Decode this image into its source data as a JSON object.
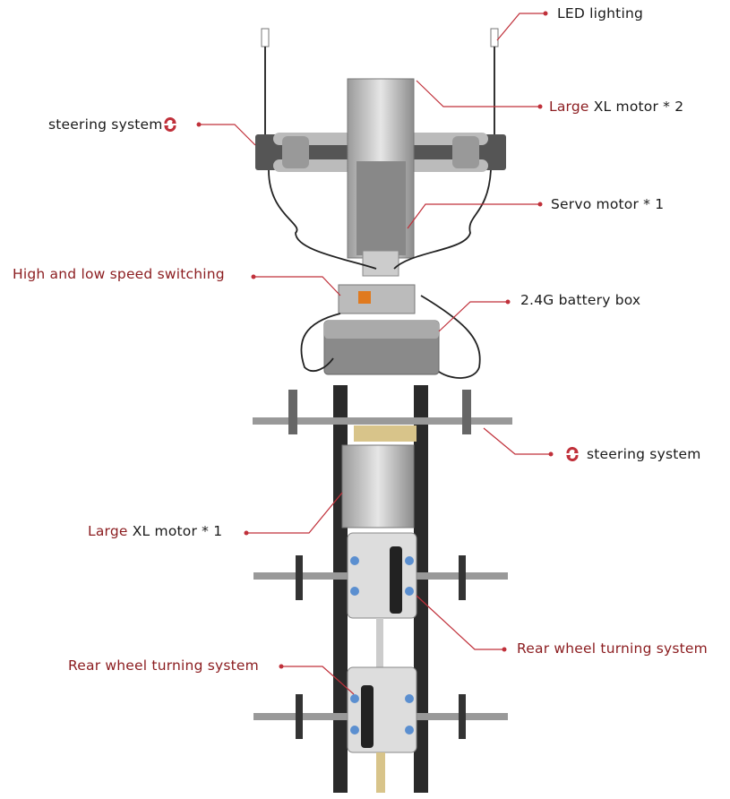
{
  "labels": {
    "led": "LED lighting",
    "xl2_red": "Large",
    "xl2_rest": " XL motor * 2",
    "steer_left": "steering system",
    "servo": "Servo motor * 1",
    "speed": "High and low speed switching",
    "battery": "2.4G battery box",
    "steer_right": "steering system",
    "xl1_red": "Large",
    "xl1_rest": " XL motor * 1",
    "rear_right": "Rear wheel turning system",
    "rear_left": "Rear wheel turning system"
  },
  "icons": {
    "steering": "rotate-arrows-icon"
  },
  "colors": {
    "accent": "#c0303a",
    "label_red": "#8b1c1f"
  }
}
